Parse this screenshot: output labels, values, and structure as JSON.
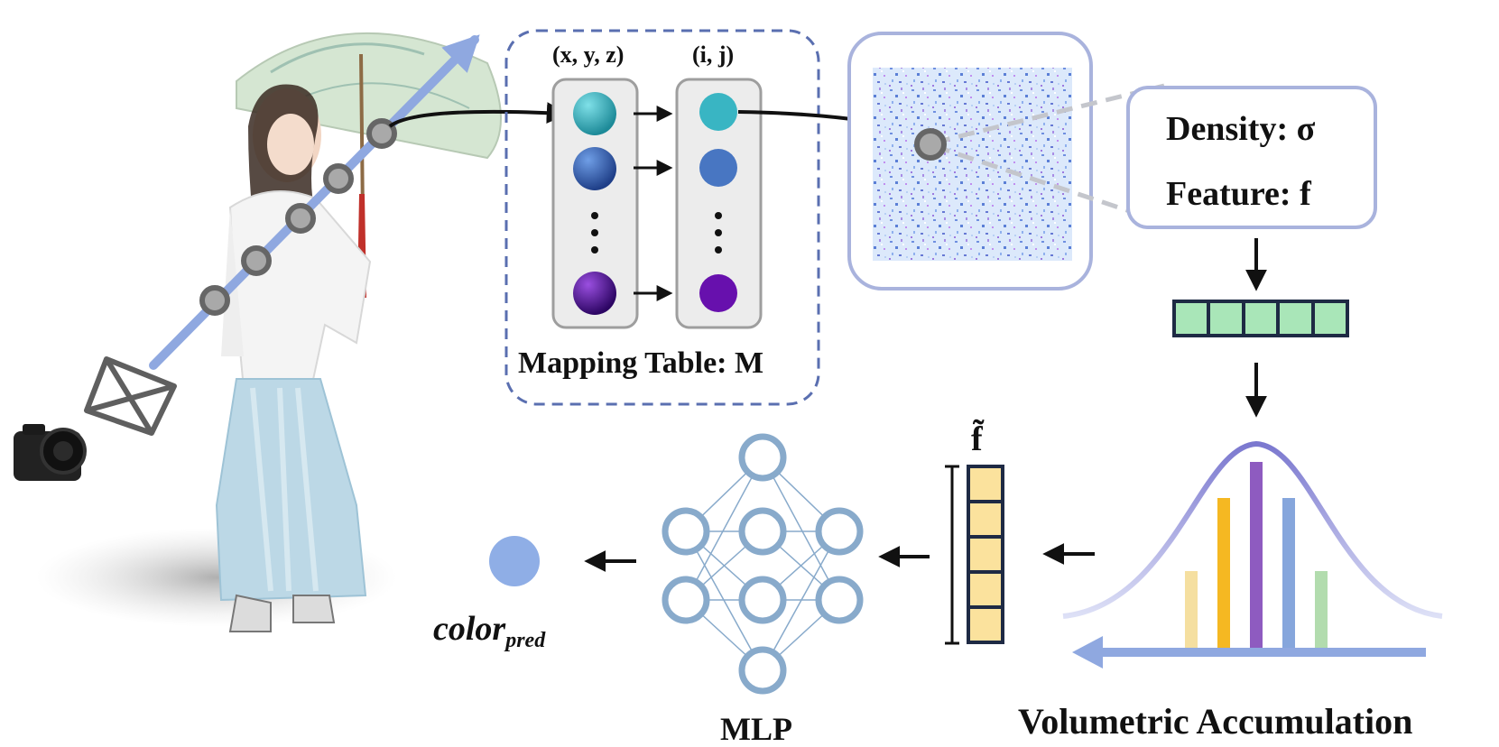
{
  "labels": {
    "coords": "(x, y, z)",
    "ij": "(i, j)",
    "mapping_table": "Mapping Table: M",
    "density": "Density: σ",
    "feature": "Feature: f",
    "f_tilde": "f̃",
    "color_main": "color",
    "color_sub": "pred",
    "mlp": "MLP",
    "volumetric": "Volumetric Accumulation"
  },
  "icons": [
    "camera-icon",
    "camera-frustum-icon",
    "person-with-umbrella-image",
    "neural-network-icon",
    "bar-chart-icon"
  ],
  "colors": {
    "ray": "#8fa8e0",
    "sample_point_stroke": "#666666",
    "mapping_box_border": "#5a6fb0",
    "panel_border": "#a9b3dd",
    "feature_cell": "#a9e6b8",
    "f_tilde_cell": "#fbe29d",
    "mlp_node": "#88aacb",
    "pred_color": "#8faee6",
    "bars": [
      "#f5dfa0",
      "#f5b822",
      "#8e5bc0",
      "#86a6dc",
      "#b2dcae"
    ]
  },
  "mapping_rows": {
    "left_colors": [
      "#38b0bd",
      "#2f5fae",
      "#5b109c"
    ],
    "right_colors": [
      "#39b5c3",
      "#4876c2",
      "#6710ad"
    ]
  }
}
